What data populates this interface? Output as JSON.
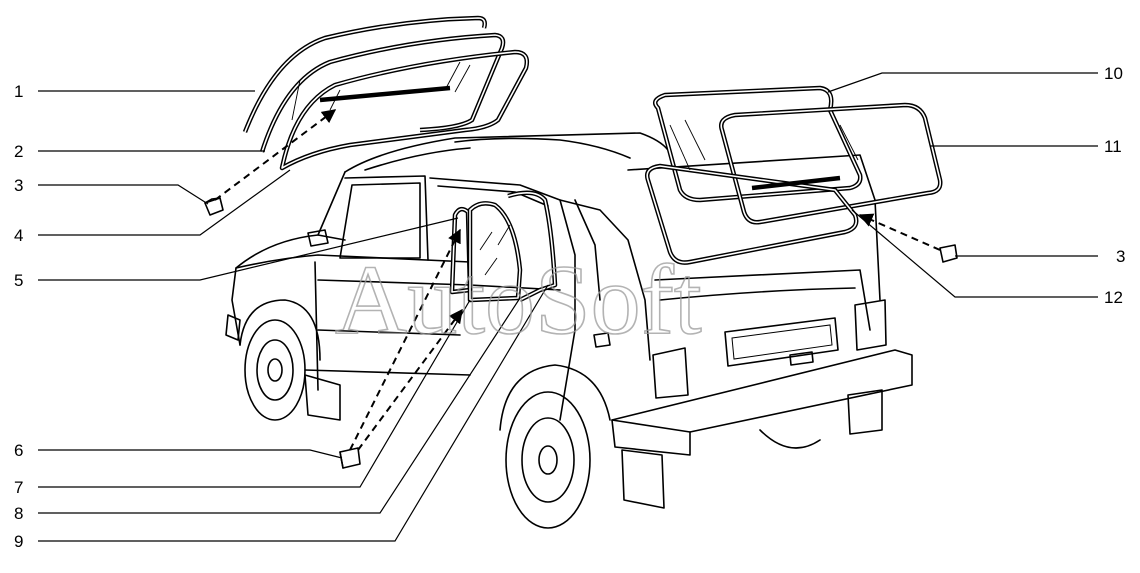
{
  "watermark": "AutoSoft",
  "callouts": [
    {
      "id": "1",
      "label": "1"
    },
    {
      "id": "2",
      "label": "2"
    },
    {
      "id": "3a",
      "label": "3"
    },
    {
      "id": "4",
      "label": "4"
    },
    {
      "id": "5",
      "label": "5"
    },
    {
      "id": "6",
      "label": "6"
    },
    {
      "id": "7",
      "label": "7"
    },
    {
      "id": "8",
      "label": "8"
    },
    {
      "id": "9",
      "label": "9"
    },
    {
      "id": "10",
      "label": "10"
    },
    {
      "id": "11",
      "label": "11"
    },
    {
      "id": "3b",
      "label": "3"
    },
    {
      "id": "12",
      "label": "12"
    }
  ]
}
